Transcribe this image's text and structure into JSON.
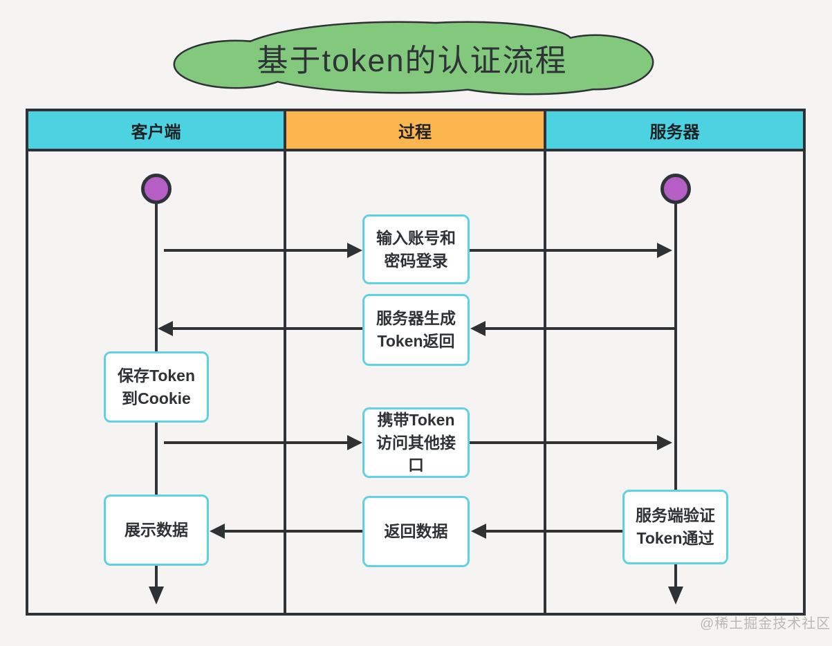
{
  "title": "基于token的认证流程",
  "lanes": [
    {
      "label": "客户端"
    },
    {
      "label": "过程"
    },
    {
      "label": "服务器"
    }
  ],
  "nodes": {
    "login": "输入账号和\n密码登录",
    "token_return": "服务器生成\nToken返回",
    "save_cookie": "保存Token\n到Cookie",
    "carry_token": "携带Token\n访问其他接\n口",
    "show_data": "展示数据",
    "return_data": "返回数据",
    "verify_token": "服务端验证\nToken通过"
  },
  "watermark": "@稀土掘金技术社区",
  "colors": {
    "lane_client": "#4dd2e2",
    "lane_process": "#fcb64f",
    "lane_server": "#4dd2e2",
    "cloud_fill": "#82c97d",
    "actor_fill": "#b45ec6",
    "node_border": "#5ed2e4",
    "line_dark": "#2e3235",
    "background": "#f5f4f2"
  }
}
